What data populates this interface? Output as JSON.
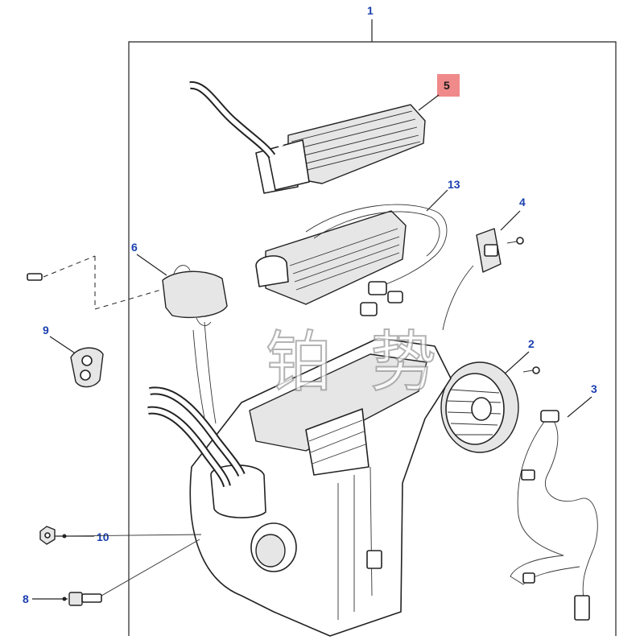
{
  "callouts": {
    "c1": "1",
    "c2": "2",
    "c3": "3",
    "c4": "4",
    "c5": "5",
    "c6": "6",
    "c8": "8",
    "c9": "9",
    "c10": "10",
    "c13": "13"
  },
  "highlight_color": "#f08a8a",
  "callout_color": "#1a3fb0",
  "watermark": {
    "char1": "铂",
    "char2": "势"
  }
}
